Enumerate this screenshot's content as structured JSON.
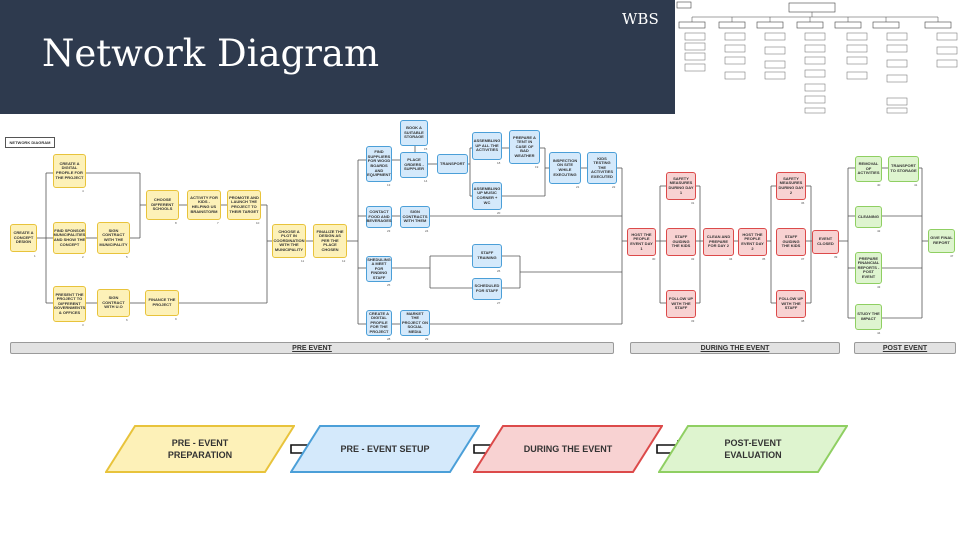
{
  "header": {
    "title": "Network Diagram",
    "wbs_label": "WBS"
  },
  "network": {
    "label": "NETWORK DIAGRAM",
    "phases": [
      "PRE EVENT",
      "DURING THE EVENT",
      "POST EVENT"
    ],
    "nodes": [
      {
        "id": "n1",
        "text": "CREATE A CONCEPT DESIGN",
        "num": "1",
        "color": "yellow"
      },
      {
        "id": "n2",
        "text": "CREATE A DIGITAL PROFILE FOR THE PROJECT",
        "num": "4",
        "color": "yellow"
      },
      {
        "id": "n3",
        "text": "FIND SPONSOR MUNICIPALITIES AND SHOW THE CONCEPT",
        "num": "2",
        "color": "yellow"
      },
      {
        "id": "n4",
        "text": "SIGN CONTRACT WITH THE MUNICIPALITY",
        "num": "5",
        "color": "yellow"
      },
      {
        "id": "n5",
        "text": "PRESENT THE PROJECT TO DIFFERENT GOVERNMENTS & OFFICES",
        "num": "3",
        "color": "yellow"
      },
      {
        "id": "n6",
        "text": "SIGN CONTRACT WITH U.O",
        "num": "6",
        "color": "yellow"
      },
      {
        "id": "n7",
        "text": "FINANCE THE PROJECT",
        "num": "9",
        "color": "yellow"
      },
      {
        "id": "n8",
        "text": "CHOOSE DIFFERENT SCHOOLS",
        "num": "8",
        "color": "yellow"
      },
      {
        "id": "n9",
        "text": "ACTIVITY FOR KIDS - HELPING US BRAINSTORM",
        "num": "7",
        "color": "yellow"
      },
      {
        "id": "n10",
        "text": "PROMOTE AND LAUNCH THE PROJECT TO THEIR TARGET",
        "num": "10",
        "color": "yellow"
      },
      {
        "id": "n11",
        "text": "CHOOSE A PLOT IN COORDINATION WITH THE MUNICIPALITY",
        "num": "11",
        "color": "yellow"
      },
      {
        "id": "n12",
        "text": "FINALIZE THE DESIGN AS PER THE PLACE CHOSEN",
        "num": "12",
        "color": "yellow"
      },
      {
        "id": "n13",
        "text": "FIND SUPPLIERS FOR WOOD BOARDS AND EQUIPMENT",
        "num": "13",
        "color": "blue"
      },
      {
        "id": "n14",
        "text": "BOOK A SUITABLE STORAGE",
        "num": "15",
        "color": "blue"
      },
      {
        "id": "n15",
        "text": "PLACE ORDERS - SUPPLIER",
        "num": "14",
        "color": "blue"
      },
      {
        "id": "n16",
        "text": "TRANSPORT",
        "num": "",
        "color": "blue"
      },
      {
        "id": "n17",
        "text": "ASSEMBLING UP ALL THE ACTIVITIES",
        "num": "18",
        "color": "blue"
      },
      {
        "id": "n18",
        "text": "PREPARE A TENT IN CASE OF BAD WEATHER",
        "num": "19",
        "color": "blue"
      },
      {
        "id": "n19",
        "text": "ASSEMBLING UP MUSIC CORNER + WC",
        "num": "20",
        "color": "blue"
      },
      {
        "id": "n20",
        "text": "INSPECTION ON SITE WHILE EXECUTING",
        "num": "21",
        "color": "blue"
      },
      {
        "id": "n21",
        "text": "KIDS TESTING THE ACTIVITIES EXECUTED",
        "num": "22",
        "color": "blue"
      },
      {
        "id": "n22",
        "text": "CONTACT FOOD AND BEVERAGES",
        "num": "23",
        "color": "blue"
      },
      {
        "id": "n23",
        "text": "SIGN CONTRACTS WITH THEM",
        "num": "24",
        "color": "blue"
      },
      {
        "id": "n24",
        "text": "SHEDULING A MEET FOR FINDING STAFF",
        "num": "25",
        "color": "blue"
      },
      {
        "id": "n25",
        "text": "STAFF TRAINING",
        "num": "26",
        "color": "blue"
      },
      {
        "id": "n26",
        "text": "SCHEDULED FOR STAFF",
        "num": "27",
        "color": "blue"
      },
      {
        "id": "n27",
        "text": "CREATE A DIGITAL PROFILE FOR THE PROJECT",
        "num": "28",
        "color": "blue"
      },
      {
        "id": "n28",
        "text": "MARKET THE PROJECT ON SOCIAL MEDIA",
        "num": "29",
        "color": "blue"
      },
      {
        "id": "n29",
        "text": "HOST THE PEOPLE EVENT DAY 1",
        "num": "30",
        "color": "red"
      },
      {
        "id": "n30",
        "text": "SAFETY MEASURES DURING DAY 1",
        "num": "31",
        "color": "red"
      },
      {
        "id": "n31",
        "text": "STAFF GUIDING THE KIDS",
        "num": "32",
        "color": "red"
      },
      {
        "id": "n32",
        "text": "FOLLOW UP WITH THE STAFF",
        "num": "33",
        "color": "red"
      },
      {
        "id": "n33",
        "text": "CLEAN AND PREPARE FOR DAY 2",
        "num": "34",
        "color": "red"
      },
      {
        "id": "n34",
        "text": "HOST THE PEOPLE EVENT DAY 2",
        "num": "35",
        "color": "red"
      },
      {
        "id": "n35",
        "text": "SAFETY MEASURES DURING DAY 2",
        "num": "36",
        "color": "red"
      },
      {
        "id": "n36",
        "text": "STAFF GUIDING THE KIDS",
        "num": "37",
        "color": "red"
      },
      {
        "id": "n37",
        "text": "FOLLOW UP WITH THE STAFF",
        "num": "38",
        "color": "red"
      },
      {
        "id": "n38",
        "text": "EVENT CLOSED",
        "num": "39",
        "color": "red"
      },
      {
        "id": "n39",
        "text": "REMOVAL OF ACTIVITIES",
        "num": "40",
        "color": "green"
      },
      {
        "id": "n40",
        "text": "TRANSPORT TO STORAGE",
        "num": "41",
        "color": "green"
      },
      {
        "id": "n41",
        "text": "CLEANING",
        "num": "42",
        "color": "green"
      },
      {
        "id": "n42",
        "text": "PREPARE FINANCIAL REPORTS - POST EVENT",
        "num": "43",
        "color": "green"
      },
      {
        "id": "n43",
        "text": "STUDY THE IMPACT",
        "num": "44",
        "color": "green"
      },
      {
        "id": "n44",
        "text": "GIVE FINAL REPORT",
        "num": "47",
        "color": "green"
      }
    ]
  },
  "phase_flow": [
    {
      "label_1": "PRE - EVENT",
      "label_2": "PREPARATION",
      "fill": "#fdf1b8",
      "stroke": "#e8c33b"
    },
    {
      "label_1": "PRE - EVENT SETUP",
      "label_2": "",
      "fill": "#d4e9fb",
      "stroke": "#4b9fd8"
    },
    {
      "label_1": "DURING THE EVENT",
      "label_2": "",
      "fill": "#f8d2d2",
      "stroke": "#dc4a4a"
    },
    {
      "label_1": "POST-EVENT",
      "label_2": "EVALUATION",
      "fill": "#def4cf",
      "stroke": "#8fcf62"
    }
  ]
}
